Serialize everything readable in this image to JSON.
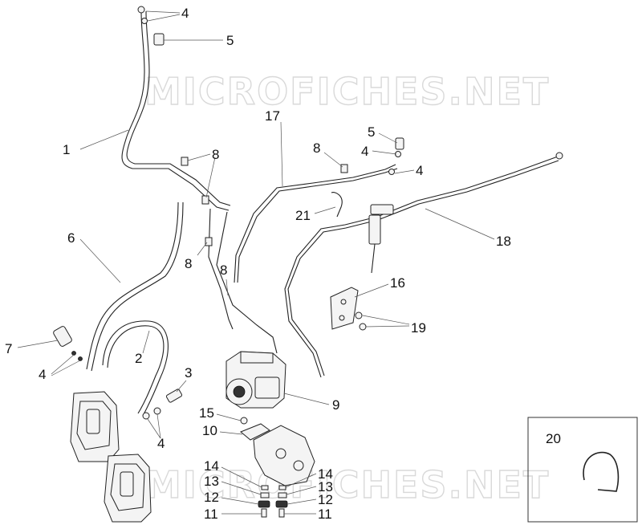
{
  "watermarks": [
    "MICROFICHES.NET",
    "MICROFICHES.NET"
  ],
  "callouts": [
    {
      "id": "c1",
      "text": "1"
    },
    {
      "id": "c2",
      "text": "2"
    },
    {
      "id": "c3",
      "text": "3"
    },
    {
      "id": "c4a",
      "text": "4"
    },
    {
      "id": "c4b",
      "text": "4"
    },
    {
      "id": "c4c",
      "text": "4"
    },
    {
      "id": "c4d",
      "text": "4"
    },
    {
      "id": "c4e",
      "text": "4"
    },
    {
      "id": "c5a",
      "text": "5"
    },
    {
      "id": "c5b",
      "text": "5"
    },
    {
      "id": "c6",
      "text": "6"
    },
    {
      "id": "c7",
      "text": "7"
    },
    {
      "id": "c8a",
      "text": "8"
    },
    {
      "id": "c8b",
      "text": "8"
    },
    {
      "id": "c8c",
      "text": "8"
    },
    {
      "id": "c8d",
      "text": "8"
    },
    {
      "id": "c9",
      "text": "9"
    },
    {
      "id": "c10",
      "text": "10"
    },
    {
      "id": "c11a",
      "text": "11"
    },
    {
      "id": "c11b",
      "text": "11"
    },
    {
      "id": "c12a",
      "text": "12"
    },
    {
      "id": "c12b",
      "text": "12"
    },
    {
      "id": "c13a",
      "text": "13"
    },
    {
      "id": "c13b",
      "text": "13"
    },
    {
      "id": "c14a",
      "text": "14"
    },
    {
      "id": "c14b",
      "text": "14"
    },
    {
      "id": "c15",
      "text": "15"
    },
    {
      "id": "c16",
      "text": "16"
    },
    {
      "id": "c17",
      "text": "17"
    },
    {
      "id": "c18",
      "text": "18"
    },
    {
      "id": "c19",
      "text": "19"
    },
    {
      "id": "c20",
      "text": "20"
    },
    {
      "id": "c21",
      "text": "21"
    }
  ]
}
